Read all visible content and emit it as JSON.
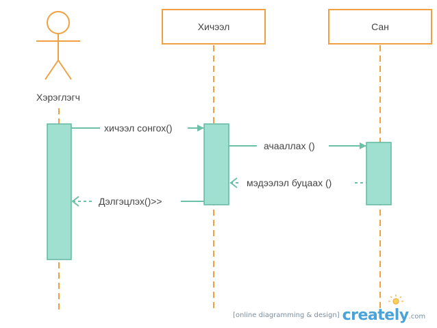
{
  "actors": {
    "user": {
      "label": "Хэрэглэгч"
    },
    "lesson": {
      "label": "Хичээл"
    },
    "db": {
      "label": "Сан"
    }
  },
  "messages": {
    "select_lesson": "хичээл сонгох()",
    "load": "ачааллах ()",
    "return_info": "мэдээлэл буцаах ()",
    "display": "Дэлгэцлэх()>>"
  },
  "branding": {
    "tagline": "[online diagramming & design]",
    "logo": "creately",
    "suffix": ".com"
  },
  "colors": {
    "orange": "#f0a040",
    "teal_fill": "#a0e0d0",
    "teal_stroke": "#60b8a0",
    "text": "#444444"
  }
}
